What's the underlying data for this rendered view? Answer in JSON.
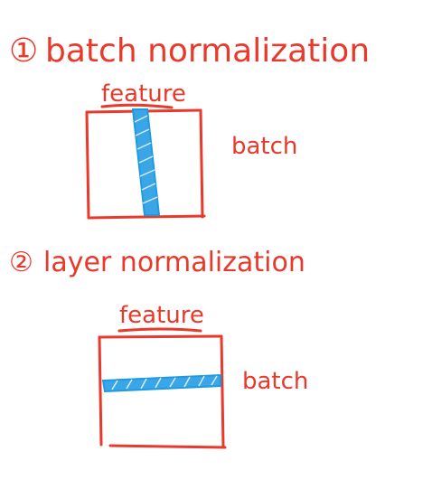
{
  "section1": {
    "number": "①",
    "title": "batch normalization",
    "top_label": "feature",
    "side_label": "batch"
  },
  "section2": {
    "number": "②",
    "title": "layer normalization",
    "top_label": "feature",
    "side_label": "batch"
  },
  "colors": {
    "ink": "#e8392b",
    "highlight": "#1e9be0",
    "background": "#ffffff"
  }
}
